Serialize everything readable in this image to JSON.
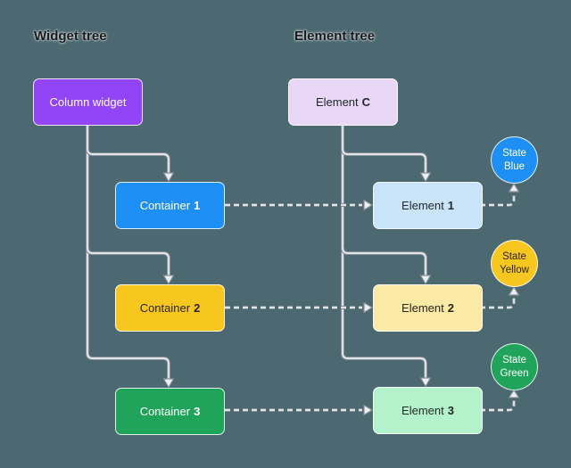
{
  "titles": {
    "widget_tree": "Widget tree",
    "element_tree": "Element tree"
  },
  "widget_tree": {
    "root": {
      "label": "Column widget",
      "color": "#9145F6"
    },
    "nodes": [
      {
        "label": "Container",
        "number": "1",
        "color": "#1E90F5"
      },
      {
        "label": "Container",
        "number": "2",
        "color": "#F7C71F"
      },
      {
        "label": "Container",
        "number": "3",
        "color": "#20A45B"
      }
    ]
  },
  "element_tree": {
    "root": {
      "label": "Element",
      "number": "C",
      "color": "#E9D7F8"
    },
    "nodes": [
      {
        "label": "Element",
        "number": "1",
        "color": "#C9E3F9"
      },
      {
        "label": "Element",
        "number": "2",
        "color": "#FBE9A6"
      },
      {
        "label": "Element",
        "number": "3",
        "color": "#B4F2CB"
      }
    ]
  },
  "states": [
    {
      "line1": "State",
      "line2": "Blue",
      "color": "#1E90F5"
    },
    {
      "line1": "State",
      "line2": "Yellow",
      "color": "#F7C71F"
    },
    {
      "line1": "State",
      "line2": "Green",
      "color": "#20A45B"
    }
  ],
  "colors": {
    "background": "#4C6971",
    "connector_gray": "#87909A",
    "connector_core": "#EDEFF0"
  }
}
